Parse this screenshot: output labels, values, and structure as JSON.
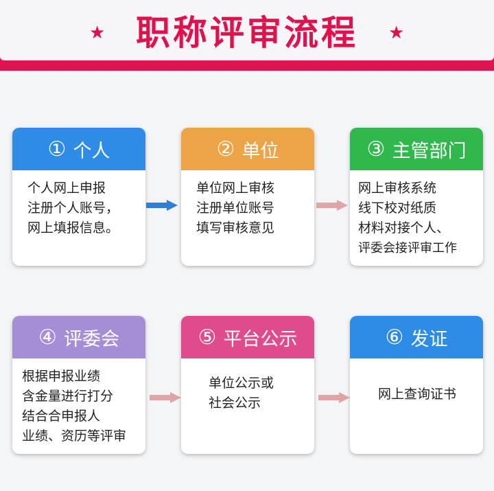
{
  "title": "职称评审流程",
  "star": "★",
  "cards": [
    {
      "num": "①",
      "label": "个人",
      "color": "#2e8ce6",
      "lines": [
        "个人网上申报",
        "注册个人账号，",
        "网上填报信息。"
      ]
    },
    {
      "num": "②",
      "label": "单位",
      "color": "#eda447",
      "lines": [
        "单位网上审核",
        "注册单位账号",
        "填写审核意见"
      ]
    },
    {
      "num": "③",
      "label": "主管部门",
      "color": "#31b84d",
      "lines": [
        "网上审核系统",
        "线下校对纸质",
        "材料对接个人、",
        "评委会接评审工作"
      ]
    },
    {
      "num": "④",
      "label": "评委会",
      "color": "#a58ed6",
      "lines": [
        "根据申报业绩",
        "含金量进行打分",
        "结合合申报人",
        "业绩、资历等评审"
      ]
    },
    {
      "num": "⑤",
      "label": "平台公示",
      "color": "#e04b8d",
      "lines": [
        "单位公示或",
        "社会公示"
      ]
    },
    {
      "num": "⑥",
      "label": "发证",
      "color": "#2e8ce6",
      "lines": [
        "网上查询证书"
      ]
    }
  ],
  "arrow_colors": {
    "blue": "#2f7fd6",
    "pink": "#e0a4a4"
  }
}
